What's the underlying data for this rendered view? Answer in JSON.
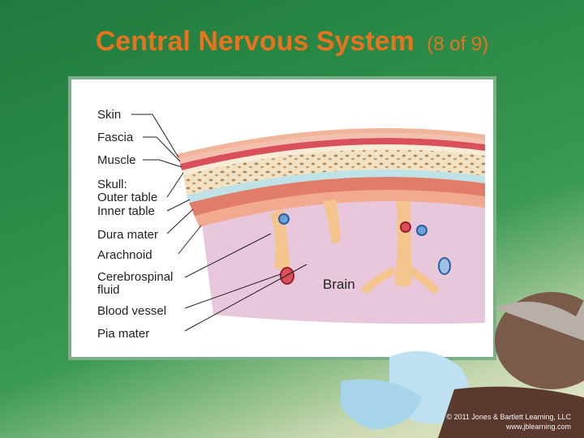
{
  "slide": {
    "title": "Central Nervous System",
    "subtitle": "(8 of 9)"
  },
  "figure": {
    "labels": [
      "Skin",
      "Fascia",
      "Muscle",
      "Skull:",
      "Outer table",
      "Inner table",
      "Dura mater",
      "Arachnoid",
      "Cerebrospinal",
      "fluid",
      "Blood vessel",
      "Pia mater"
    ],
    "brain_label": "Brain"
  },
  "copyright": {
    "line1": "© 2011 Jones & Bartlett Learning, LLC",
    "line2": "www.jblearning.com"
  }
}
